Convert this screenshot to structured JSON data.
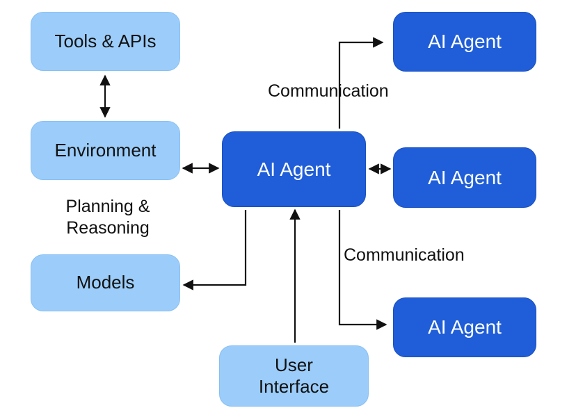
{
  "nodes": {
    "tools_apis": "Tools & APIs",
    "environment": "Environment",
    "models": "Models",
    "user_interface": "User\nInterface",
    "central_agent": "AI Agent",
    "agent_top": "AI Agent",
    "agent_middle": "AI Agent",
    "agent_bottom": "AI Agent"
  },
  "labels": {
    "communication_top": "Communication",
    "communication_bottom": "Communication",
    "planning_reasoning": "Planning &\nReasoning"
  },
  "colors": {
    "light_node": "#9ccdfa",
    "dark_node": "#1f5ed8",
    "arrow": "#111111"
  }
}
